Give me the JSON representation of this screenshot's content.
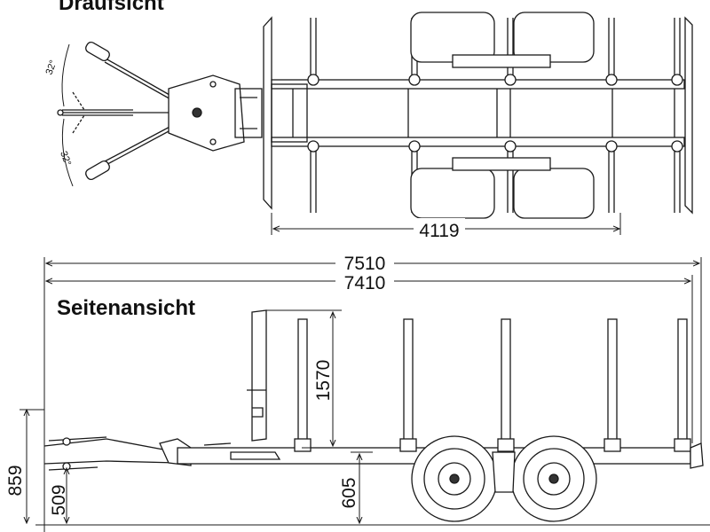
{
  "views": {
    "top_title": "Draufsicht",
    "side_title": "Seitenansicht"
  },
  "dimensions": {
    "angle_upper": "32°",
    "angle_lower": "32°",
    "wheelbase_top": "4119",
    "overall_length": "7510",
    "frame_length": "7410",
    "stake_height": "1570",
    "frame_height": "605",
    "drawbar_height": "509",
    "overall_height": "859"
  },
  "colors": {
    "line": "#1a1a1a",
    "fill_light": "#f4f4f4",
    "wheel_fill": "#ffffff"
  }
}
